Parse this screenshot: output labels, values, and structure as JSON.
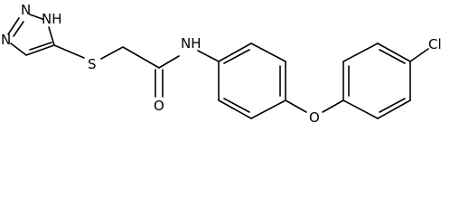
{
  "molecule": {
    "atoms": {
      "n_triazole_1": "N",
      "n_triazole_2": "N",
      "nh_triazole": "NH",
      "s_thioether": "S",
      "o_carbonyl": "O",
      "nh_amide": "NH",
      "o_ether": "O",
      "cl": "Cl"
    }
  }
}
